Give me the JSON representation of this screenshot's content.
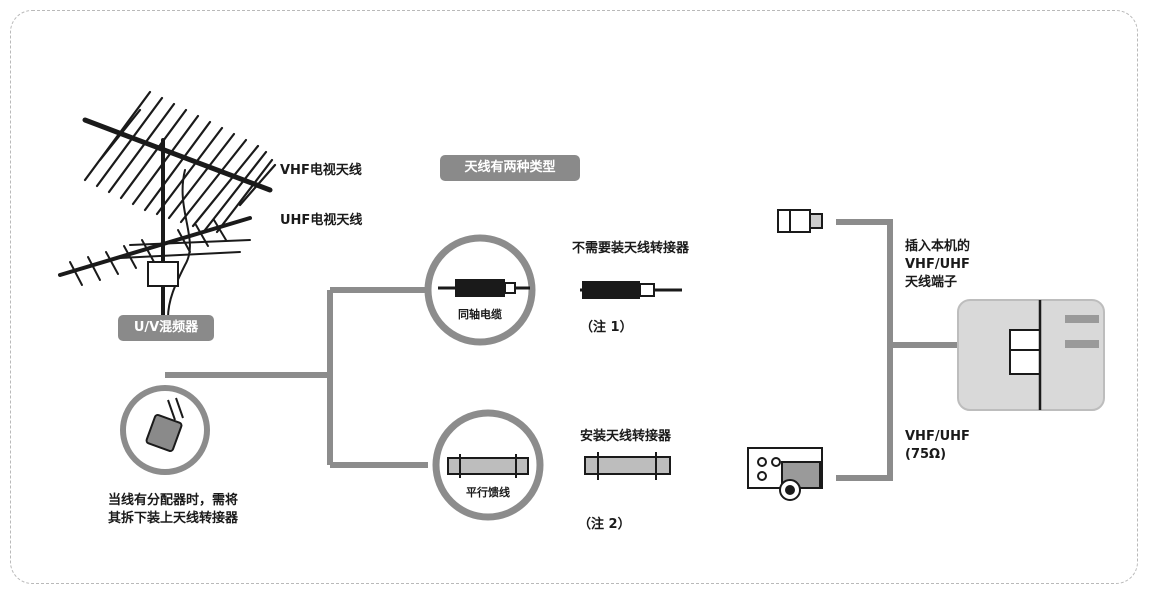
{
  "labels": {
    "vhf_antenna": "VHF电视天线",
    "uhf_antenna": "UHF电视天线",
    "uv_mixer": "U/V混频器",
    "two_types": "天线有两种类型",
    "coax_cable": "同轴电缆",
    "parallel_line": "平行馈线",
    "no_adapter": "不需要装天线转接器",
    "need_adapter": "安装天线转接器",
    "note1": "（注 1）",
    "note2": "（注 2）",
    "separator_note_line1": "当线有分配器时，需将",
    "separator_note_line2": "其拆下装上天线转接器",
    "plug_in_line1": "插入本机的",
    "plug_in_line2": "VHF/UHF",
    "plug_in_line3": "天线端子",
    "terminal_line1": "VHF/UHF",
    "terminal_line2": "(75Ω)"
  },
  "colors": {
    "line_gray": "#8c8c8c",
    "pill_gray": "#8a8a8a",
    "tv_panel": "#d9d9d9",
    "tv_stripe": "#9a9a9a",
    "ink": "#1a1a1a"
  },
  "icons": [
    "antenna-icon",
    "coax-plug-icon",
    "flat-cable-icon",
    "splitter-icon",
    "f-connector-icon",
    "adapter-box-icon",
    "tv-terminal-icon"
  ]
}
